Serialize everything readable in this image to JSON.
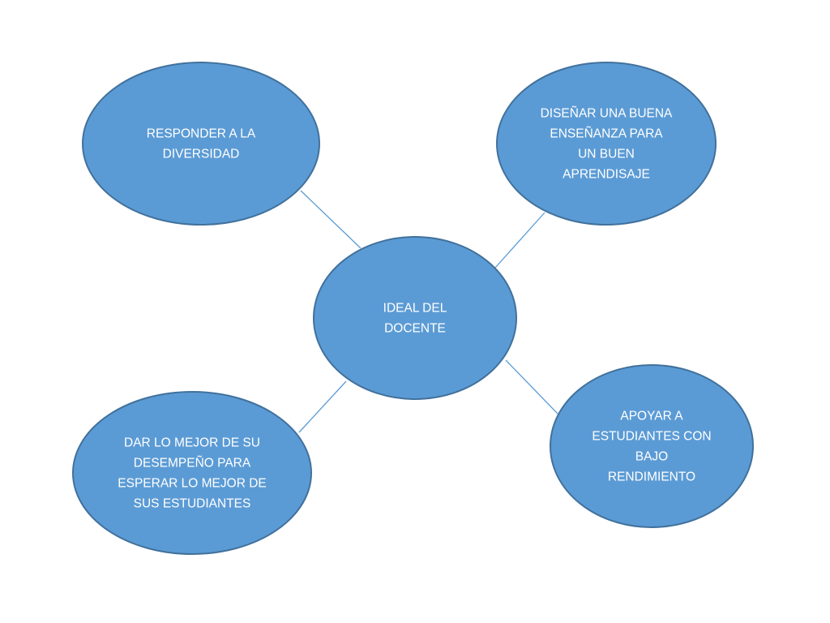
{
  "colors": {
    "node_fill": "#5b9bd5",
    "node_stroke": "#41719c",
    "connector": "#5b9bd5",
    "text": "#ffffff",
    "background": "#ffffff"
  },
  "diagram": {
    "type": "mind-map",
    "center": {
      "id": "ideal-del-docente",
      "lines": [
        "IDEAL DEL",
        "DOCENTE"
      ]
    },
    "branches": [
      {
        "id": "responder-diversidad",
        "position": "top-left",
        "lines": [
          "RESPONDER A LA",
          "DIVERSIDAD"
        ]
      },
      {
        "id": "disenar-ensenanza",
        "position": "top-right",
        "lines": [
          "DISEÑAR UNA BUENA",
          "ENSEÑANZA PARA",
          "UN BUEN",
          "APRENDISAJE"
        ]
      },
      {
        "id": "dar-lo-mejor",
        "position": "bottom-left",
        "lines": [
          "DAR LO MEJOR DE SU",
          "DESEMPEÑO PARA",
          "ESPERAR LO MEJOR DE",
          "SUS ESTUDIANTES"
        ]
      },
      {
        "id": "apoyar-estudiantes",
        "position": "bottom-right",
        "lines": [
          "APOYAR A",
          "ESTUDIANTES CON",
          "BAJO",
          "RENDIMIENTO"
        ]
      }
    ]
  }
}
